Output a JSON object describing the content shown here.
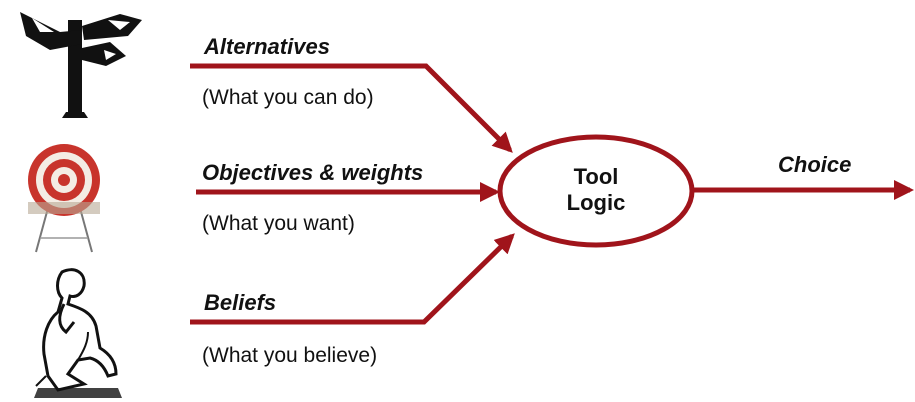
{
  "inputs": [
    {
      "heading": "Alternatives",
      "caption": "(What you can do)",
      "icon": "signpost-icon"
    },
    {
      "heading": "Objectives & weights",
      "caption": "(What you want)",
      "icon": "target-icon"
    },
    {
      "heading": "Beliefs",
      "caption": "(What you believe)",
      "icon": "thinker-statue-icon"
    }
  ],
  "core": {
    "line1": "Tool",
    "line2": "Logic"
  },
  "output": {
    "label": "Choice"
  },
  "colors": {
    "arrow": "#a0141b",
    "ink": "#111111"
  }
}
